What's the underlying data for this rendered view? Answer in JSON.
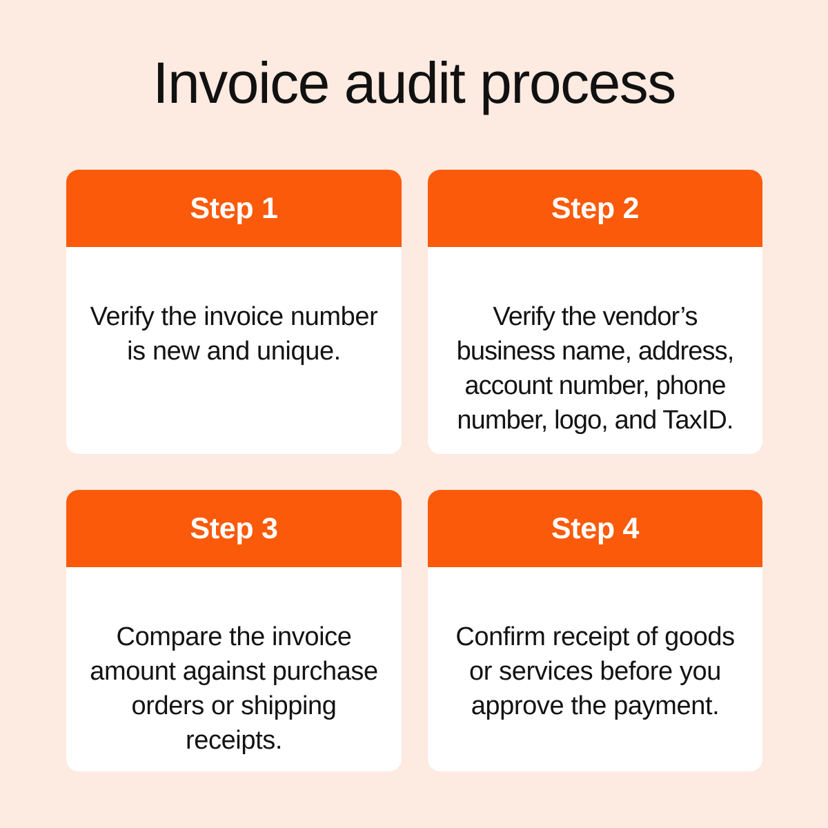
{
  "page": {
    "title": "Invoice audit process",
    "background_color": "#fdeae1",
    "accent_color": "#fa5a0a",
    "card_background_color": "#ffffff",
    "text_color": "#131313",
    "header_text_color": "#ffffff"
  },
  "steps": [
    {
      "header": "Step 1",
      "body": "Verify the invoice number is new and unique."
    },
    {
      "header": "Step 2",
      "body": "Verify the vendor’s business name, address, account number, phone number, logo, and TaxID."
    },
    {
      "header": "Step 3",
      "body": "Compare the invoice amount against purchase orders or shipping receipts."
    },
    {
      "header": "Step 4",
      "body": "Confirm receipt of goods or services before you approve the payment."
    }
  ]
}
